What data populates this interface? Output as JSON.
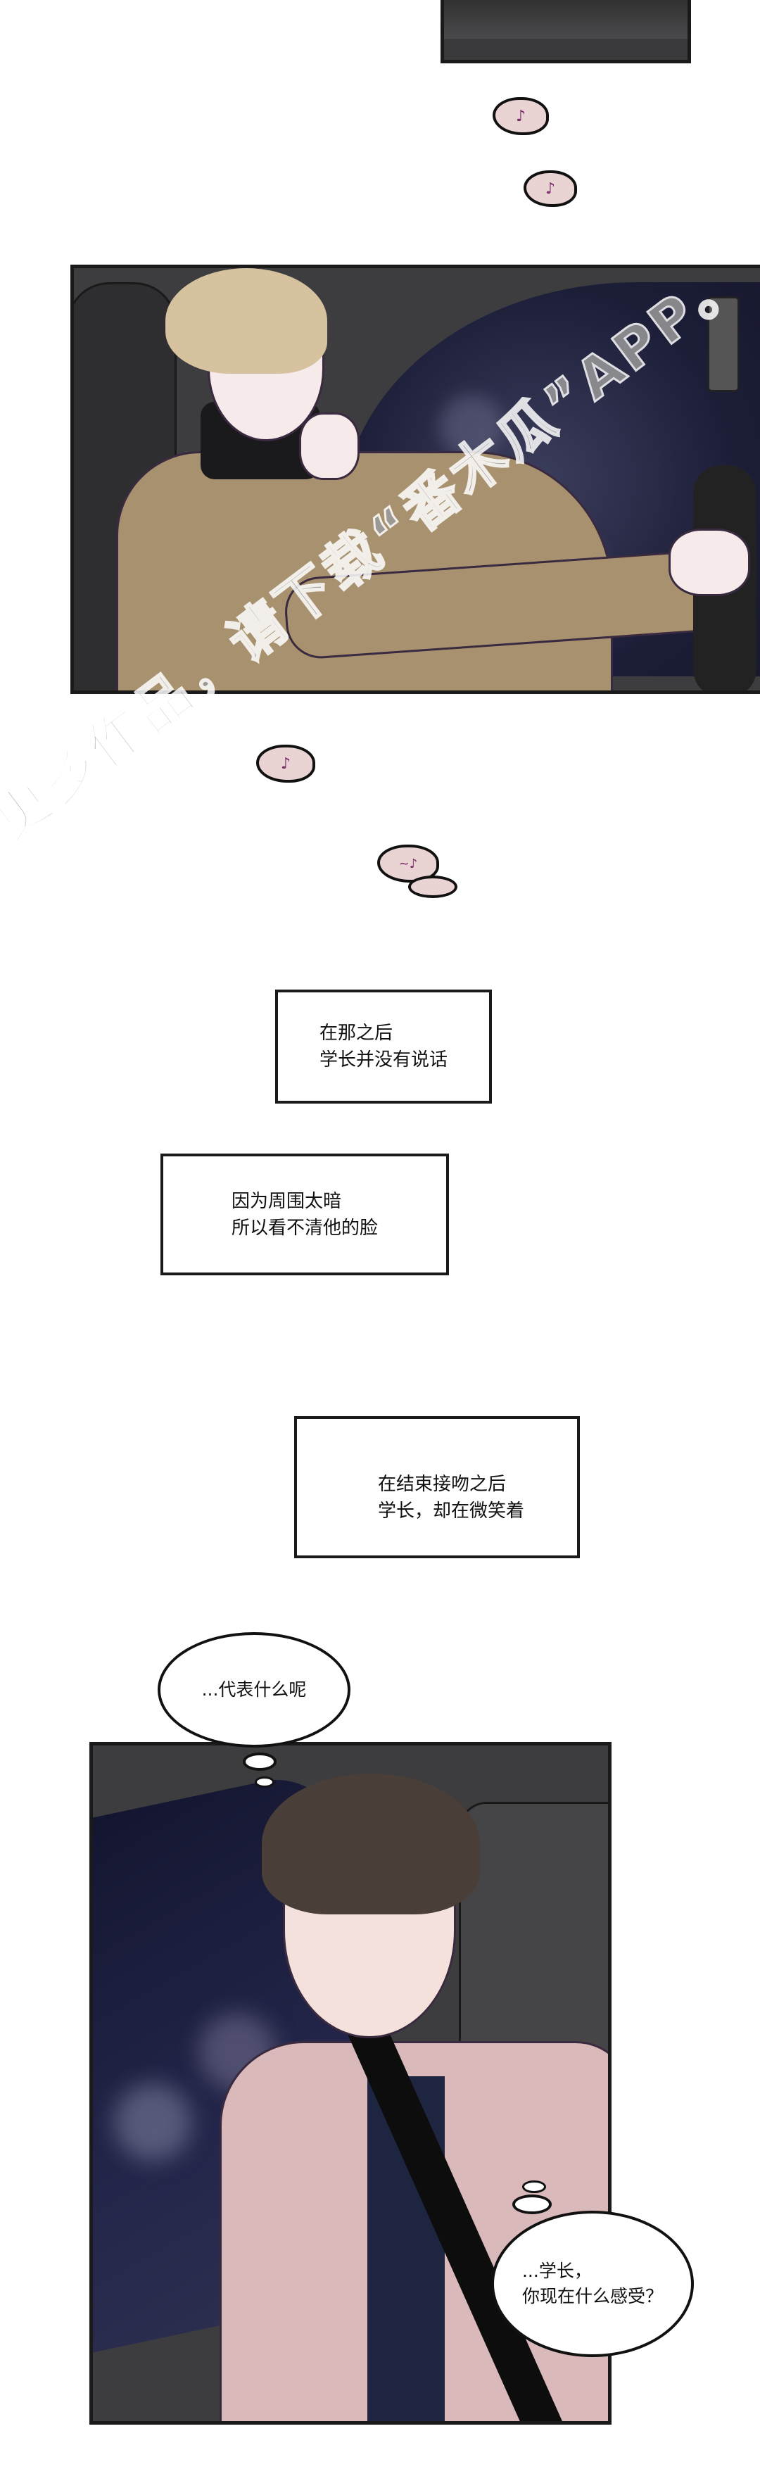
{
  "notes": [
    {
      "symbol": "♪"
    },
    {
      "symbol": "♪"
    },
    {
      "symbol": "♪"
    },
    {
      "symbol": "~♪"
    }
  ],
  "captions": [
    {
      "text": "在那之后\n学长并没有说话"
    },
    {
      "text": "因为周围太暗\n所以看不清他的脸"
    },
    {
      "text": "在结束接吻之后\n学长，却在微笑着"
    }
  ],
  "bubbles": [
    {
      "text": "...代表什么呢"
    },
    {
      "text": "...学长，\n你现在什么感受？"
    }
  ],
  "watermark": "更多作品，请下载“番木瓜”APP。",
  "colors": {
    "panel_dark": "#3d3d3f",
    "night_sky": "#1c1e38",
    "blond_coat": "#a8916e",
    "pink_shirt": "#d9b9b9",
    "hair_brown": "#4a3f38"
  }
}
